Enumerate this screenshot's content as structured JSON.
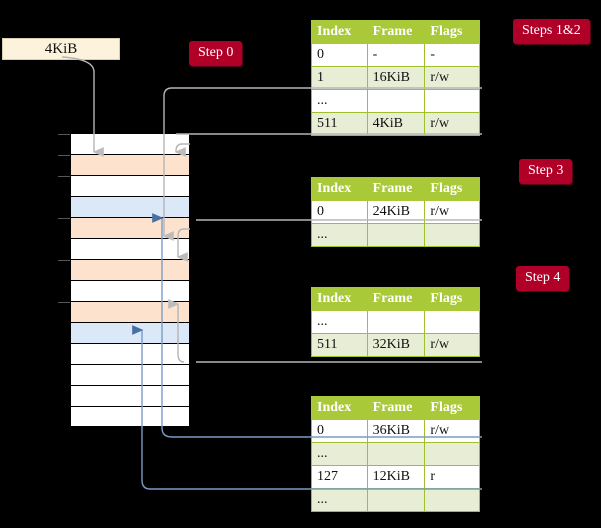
{
  "diagram": {
    "title_badges": [
      {
        "name": "step-0",
        "label": "Step 0"
      },
      {
        "name": "steps-1-2",
        "label": "Steps 1&2"
      },
      {
        "name": "step-3",
        "label": "Step 3"
      },
      {
        "name": "step-4",
        "label": "Step 4"
      }
    ],
    "page_size_box": {
      "label": "4KiB"
    },
    "memory_column": {
      "rows": [
        {
          "fill": "white"
        },
        {
          "fill": "orange"
        },
        {
          "fill": "white"
        },
        {
          "fill": "blue"
        },
        {
          "fill": "orange"
        },
        {
          "fill": "white"
        },
        {
          "fill": "orange"
        },
        {
          "fill": "white"
        },
        {
          "fill": "orange"
        },
        {
          "fill": "blue"
        },
        {
          "fill": "white"
        },
        {
          "fill": "white"
        },
        {
          "fill": "white"
        },
        {
          "fill": "white"
        }
      ]
    },
    "colors": {
      "badge": "#b00028",
      "header": "#aac939",
      "alt_row": "#e8eed6",
      "highlight": "#f6f6a0",
      "orange_frame": "#fde3cd",
      "blue_frame": "#dbe8f7",
      "page_box": "#fdf3dc",
      "gray_wire": "#b5b5b5",
      "blue_wire": "#7b9cc4"
    },
    "tables": [
      {
        "name": "table-level-0",
        "headers": [
          "Index",
          "Frame",
          "Flags"
        ],
        "rows": [
          {
            "cells": [
              "0",
              "-",
              "-"
            ],
            "alt": false,
            "highlight": false
          },
          {
            "cells": [
              "1",
              "16KiB",
              "r/w"
            ],
            "alt": true,
            "highlight": false
          },
          {
            "cells": [
              "...",
              "",
              ""
            ],
            "alt": false,
            "highlight": false
          },
          {
            "cells": [
              "511",
              "4KiB",
              "r/w"
            ],
            "alt": true,
            "highlight": true
          }
        ]
      },
      {
        "name": "table-level-1",
        "headers": [
          "Index",
          "Frame",
          "Flags"
        ],
        "rows": [
          {
            "cells": [
              "0",
              "24KiB",
              "r/w"
            ],
            "alt": false,
            "highlight": false
          },
          {
            "cells": [
              "...",
              "",
              ""
            ],
            "alt": true,
            "highlight": false
          }
        ]
      },
      {
        "name": "table-level-2",
        "headers": [
          "Index",
          "Frame",
          "Flags"
        ],
        "rows": [
          {
            "cells": [
              "...",
              "",
              ""
            ],
            "alt": false,
            "highlight": false
          },
          {
            "cells": [
              "511",
              "32KiB",
              "r/w"
            ],
            "alt": true,
            "highlight": false
          }
        ]
      },
      {
        "name": "table-level-3",
        "headers": [
          "Index",
          "Frame",
          "Flags"
        ],
        "rows": [
          {
            "cells": [
              "0",
              "36KiB",
              "r/w"
            ],
            "alt": false,
            "highlight": false
          },
          {
            "cells": [
              "...",
              "",
              ""
            ],
            "alt": true,
            "highlight": false
          },
          {
            "cells": [
              "127",
              "12KiB",
              "r"
            ],
            "alt": false,
            "highlight": false
          },
          {
            "cells": [
              "...",
              "",
              ""
            ],
            "alt": true,
            "highlight": false
          }
        ]
      }
    ]
  }
}
